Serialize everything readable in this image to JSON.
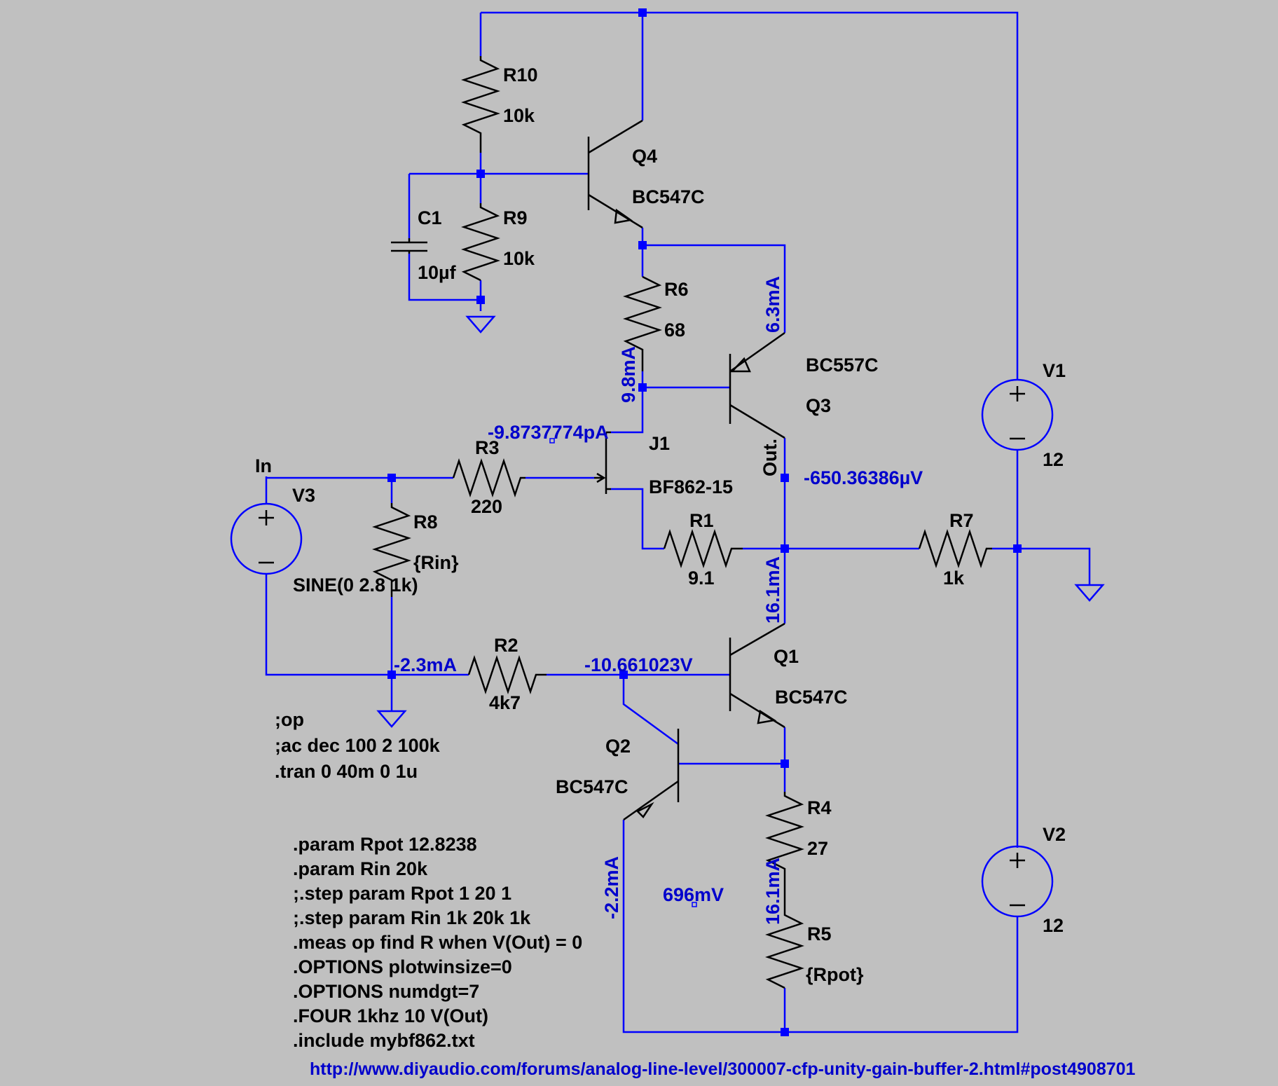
{
  "components": {
    "r10": {
      "ref": "R10",
      "value": "10k"
    },
    "r9": {
      "ref": "R9",
      "value": "10k"
    },
    "c1": {
      "ref": "C1",
      "value": "10µf"
    },
    "q4": {
      "ref": "Q4",
      "model": "BC547C"
    },
    "r6": {
      "ref": "R6",
      "value": "68"
    },
    "q3": {
      "ref": "Q3",
      "model": "BC557C"
    },
    "j1": {
      "ref": "J1",
      "model": "BF862-15"
    },
    "r3": {
      "ref": "R3",
      "value": "220"
    },
    "r8": {
      "ref": "R8",
      "value": "{Rin}"
    },
    "v3": {
      "ref": "V3",
      "value": "SINE(0 2.8 1k)"
    },
    "r1": {
      "ref": "R1",
      "value": "9.1"
    },
    "r7": {
      "ref": "R7",
      "value": "1k"
    },
    "v1": {
      "ref": "V1",
      "value": "12"
    },
    "v2": {
      "ref": "V2",
      "value": "12"
    },
    "r2": {
      "ref": "R2",
      "value": "4k7"
    },
    "q1": {
      "ref": "Q1",
      "model": "BC547C"
    },
    "q2": {
      "ref": "Q2",
      "model": "BC547C"
    },
    "r4": {
      "ref": "R4",
      "value": "27"
    },
    "r5": {
      "ref": "R5",
      "value": "{Rpot}"
    }
  },
  "nets": {
    "in": "In",
    "out": "Out."
  },
  "annotations": {
    "i_q3_emitter": "6.3mA",
    "i_r6": "9.8mA",
    "i_j1_gate": "-9.8737774pA",
    "v_out": "-650.36386µV",
    "i_q1": "16.1mA",
    "i_r8": "-2.3mA",
    "v_q1_base": "-10.661023V",
    "i_q2": "-2.2mA",
    "v_q2": "696mV",
    "i_r5": "16.1mA"
  },
  "directives": [
    ";op",
    ";ac dec 100 2 100k",
    ".tran 0 40m 0 1u"
  ],
  "params": [
    ".param Rpot 12.8238",
    ".param Rin 20k",
    ";.step param Rpot 1 20 1",
    ";.step param Rin 1k 20k 1k",
    ".meas op find R when V(Out) = 0",
    ".OPTIONS plotwinsize=0",
    ".OPTIONS numdgt=7",
    ".FOUR 1khz 10 V(Out)",
    ".include mybf862.txt"
  ],
  "link": "http://www.diyaudio.com/forums/analog-line-level/300007-cfp-unity-gain-buffer-2.html#post4908701",
  "colors": {
    "background": "#c0c0c0",
    "wire": "#0000ff",
    "component": "#000000",
    "annotation": "#0000cc"
  }
}
